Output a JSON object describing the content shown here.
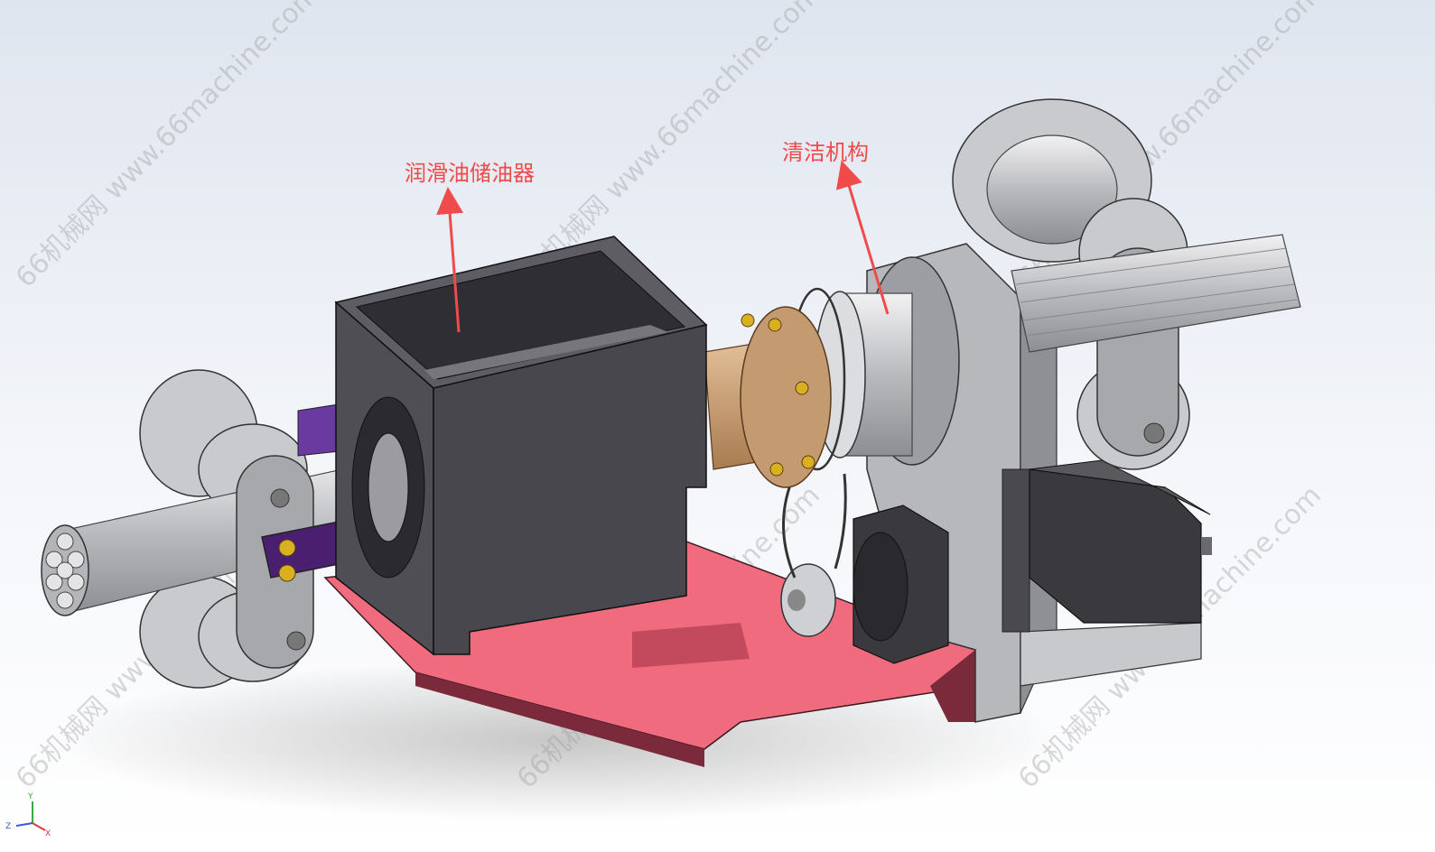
{
  "annotations": {
    "lubricant_reservoir_label": "润滑油储油器",
    "cleaning_mechanism_label": "清洁机构"
  },
  "watermark": {
    "text": "66机械网 www.66machine.com"
  },
  "colors": {
    "background_top": "#e6ebf4",
    "background_bottom": "#ffffff",
    "annotation": "#ef4b4b",
    "base_plate": "#f06b7d",
    "base_plate_dark": "#7a2a3a",
    "housing": "#4f4e54",
    "roller": "#c9cace",
    "bracket": "#4a1f70",
    "coupling": "#c49a70",
    "motor": "#3a3a3e",
    "frame": "#b7b8bc"
  },
  "axis_triad": {
    "x": "X",
    "y": "Y",
    "z": "Z"
  }
}
